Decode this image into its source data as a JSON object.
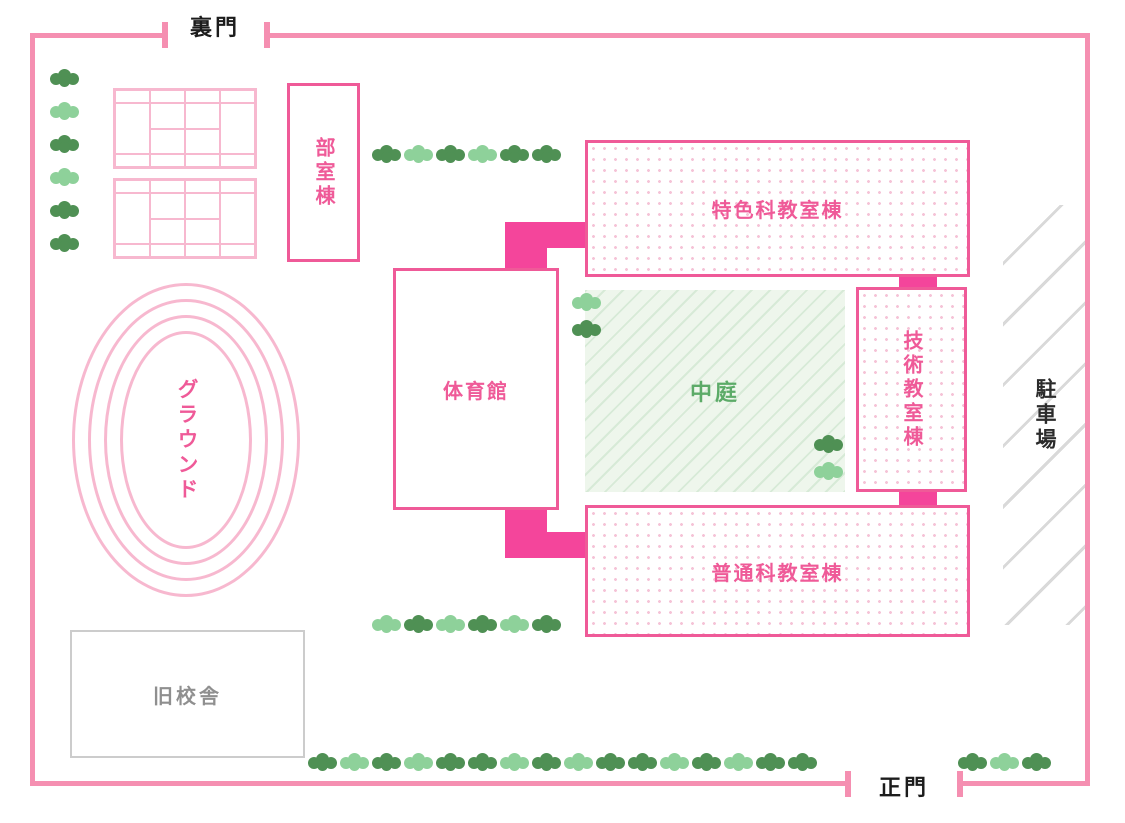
{
  "gates": {
    "back_gate": "裏門",
    "main_gate": "正門"
  },
  "buildings": {
    "club_building": "部室棟",
    "gym": "体育館",
    "special_classroom_building": "特色科教室棟",
    "technical_classroom_building": "技術教室棟",
    "general_classroom_building": "普通科教室棟",
    "old_school_building": "旧校舎"
  },
  "areas": {
    "ground": "グラウンド",
    "courtyard": "中庭",
    "parking": "駐車場"
  },
  "colors": {
    "border_pink": "#f58fb1",
    "accent_pink": "#ef5a98",
    "connector_pink": "#f4459b",
    "light_pink": "#f7b8cf",
    "dot_pink": "#f5c3d7",
    "tree_dark": "#4f9054",
    "tree_light": "#8ed19a",
    "courtyard_green": "#5cab68",
    "courtyard_bg": "#eef6ec",
    "hatch_green": "#d7ead7",
    "parking_line": "#d9d9d9",
    "old_border": "#cccccc",
    "old_text": "#8f8f8f",
    "gate_text": "#1c1c1c"
  },
  "trees": {
    "left_column": [
      "dark",
      "light",
      "dark",
      "light",
      "dark",
      "dark"
    ],
    "top_row": [
      "dark",
      "light",
      "dark",
      "light",
      "dark",
      "dark"
    ],
    "middle_row": [
      "light",
      "dark",
      "light",
      "dark",
      "light",
      "dark"
    ],
    "bottom_row": [
      "dark",
      "light",
      "dark",
      "light",
      "dark",
      "dark",
      "light",
      "dark",
      "light",
      "dark",
      "dark",
      "light",
      "dark",
      "light",
      "dark",
      "dark"
    ],
    "bottom_right_group": [
      "dark",
      "light",
      "dark"
    ],
    "courtyard_top_pair": [
      "light",
      "dark"
    ],
    "courtyard_bottom_pair": [
      "dark",
      "light"
    ]
  }
}
